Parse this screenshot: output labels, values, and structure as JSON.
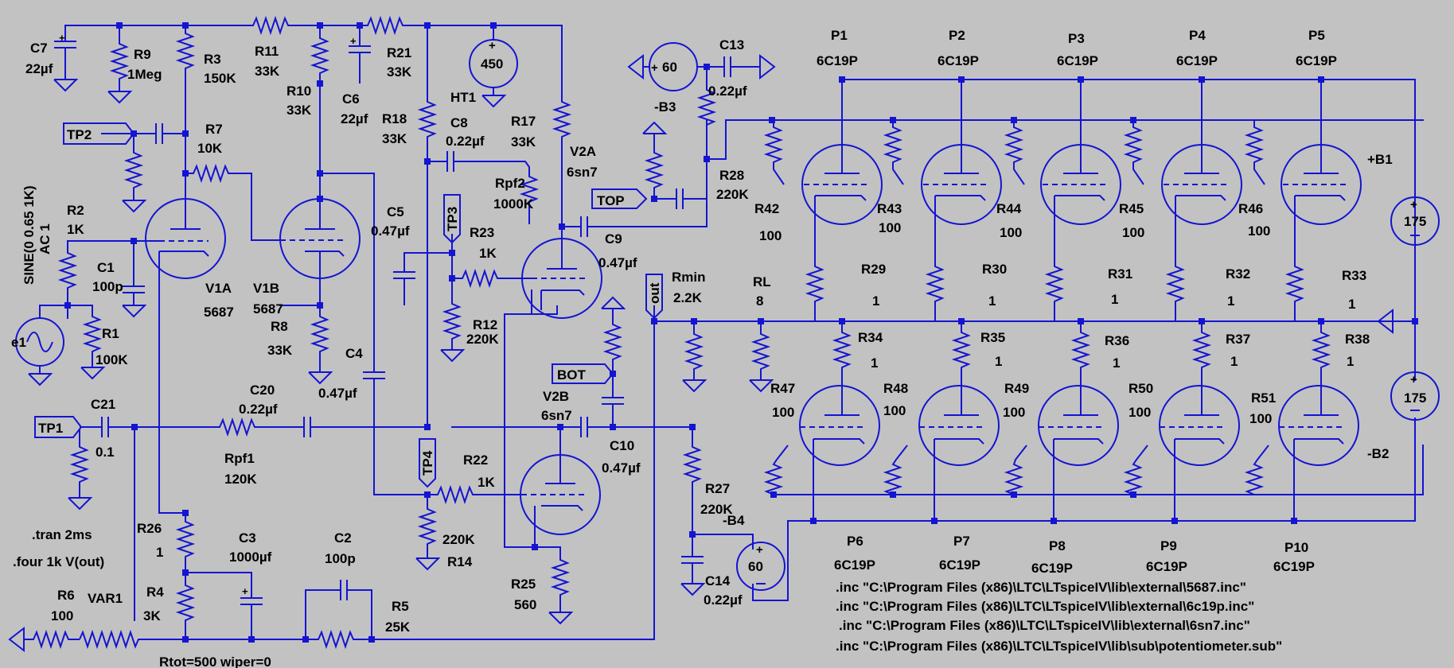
{
  "title": "",
  "components": {
    "C7": {
      "name": "C7",
      "value": "22µf"
    },
    "R9": {
      "name": "R9",
      "value": "1Meg"
    },
    "R3": {
      "name": "R3",
      "value": "150K"
    },
    "R11": {
      "name": "R11",
      "value": "33K"
    },
    "R21": {
      "name": "R21",
      "value": "33K"
    },
    "R10": {
      "name": "R10",
      "value": "33K"
    },
    "C6": {
      "name": "C6",
      "value": "22µf"
    },
    "HT1": {
      "name": "HT1",
      "value": "450"
    },
    "R7": {
      "name": "R7",
      "value": "10K"
    },
    "R18": {
      "name": "R18",
      "value": "33K"
    },
    "C8": {
      "name": "C8",
      "value": "0.22µf"
    },
    "R17": {
      "name": "R17",
      "value": "33K"
    },
    "V2A": {
      "name": "V2A",
      "value": "6sn7"
    },
    "Rpf2": {
      "name": "Rpf2",
      "value": "1000K"
    },
    "B3": {
      "name": "-B3",
      "value": "60"
    },
    "C13": {
      "name": "C13",
      "value": "0.22µf"
    },
    "R28": {
      "name": "R28",
      "value": "220K"
    },
    "R42": {
      "name": "R42",
      "value": "100"
    },
    "R43": {
      "name": "R43",
      "value": "100"
    },
    "R44": {
      "name": "R44",
      "value": "100"
    },
    "R45": {
      "name": "R45",
      "value": "100"
    },
    "R46": {
      "name": "R46",
      "value": "100"
    },
    "B1": {
      "name": "+B1",
      "value": "175"
    },
    "B2": {
      "name": "-B2",
      "value": "175"
    },
    "R2": {
      "name": "R2",
      "value": "1K"
    },
    "C1": {
      "name": "C1",
      "value": "100p"
    },
    "V1A": {
      "name": "V1A",
      "value": "5687"
    },
    "V1B": {
      "name": "V1B",
      "value": "5687"
    },
    "C5": {
      "name": "C5",
      "value": "0.47µf"
    },
    "R23": {
      "name": "R23",
      "value": "1K"
    },
    "C9": {
      "name": "C9",
      "value": "0.47µf"
    },
    "Rmin": {
      "name": "Rmin",
      "value": "2.2K"
    },
    "RL": {
      "name": "RL",
      "value": "8"
    },
    "R29": {
      "name": "R29",
      "value": "1"
    },
    "R30": {
      "name": "R30",
      "value": "1"
    },
    "R31": {
      "name": "R31",
      "value": "1"
    },
    "R32": {
      "name": "R32",
      "value": "1"
    },
    "R33": {
      "name": "R33",
      "value": "1"
    },
    "R8": {
      "name": "R8",
      "value": "33K"
    },
    "R12": {
      "name": "R12",
      "value": "220K"
    },
    "R1": {
      "name": "R1",
      "value": "100K"
    },
    "R34": {
      "name": "R34",
      "value": "1"
    },
    "R35": {
      "name": "R35",
      "value": "1"
    },
    "R36": {
      "name": "R36",
      "value": "1"
    },
    "R37": {
      "name": "R37",
      "value": "1"
    },
    "R38": {
      "name": "R38",
      "value": "1"
    },
    "C4": {
      "name": "C4",
      "value": "0.47µf"
    },
    "C20": {
      "name": "C20",
      "value": "0.22µf"
    },
    "C21": {
      "name": "C21",
      "value": "0.1"
    },
    "V2B": {
      "name": "V2B",
      "value": "6sn7"
    },
    "C10": {
      "name": "C10",
      "value": "0.47µf"
    },
    "R47": {
      "name": "R47",
      "value": "100"
    },
    "R48": {
      "name": "R48",
      "value": "100"
    },
    "R49": {
      "name": "R49",
      "value": "100"
    },
    "R50": {
      "name": "R50",
      "value": "100"
    },
    "R51": {
      "name": "R51",
      "value": "100"
    },
    "Rpf1": {
      "name": "Rpf1",
      "value": "120K"
    },
    "R22": {
      "name": "R22",
      "value": "1K"
    },
    "R14": {
      "name": "R14",
      "value": "220K"
    },
    "R27": {
      "name": "R27",
      "value": "220K"
    },
    "B4": {
      "name": "-B4",
      "value": "60"
    },
    "R26": {
      "name": "R26",
      "value": "1"
    },
    "C3": {
      "name": "C3",
      "value": "1000µf"
    },
    "C2": {
      "name": "C2",
      "value": "100p"
    },
    "R25": {
      "name": "R25",
      "value": "560"
    },
    "C14": {
      "name": "C14",
      "value": "0.22µf"
    },
    "R6": {
      "name": "R6",
      "value": "100"
    },
    "VAR1": {
      "name": "VAR1",
      "value": "Rtot=500 wiper=0"
    },
    "R4": {
      "name": "R4",
      "value": "3K"
    },
    "R5": {
      "name": "R5",
      "value": "25K"
    }
  },
  "tubes": {
    "P1": {
      "name": "P1",
      "type": "6C19P"
    },
    "P2": {
      "name": "P2",
      "type": "6C19P"
    },
    "P3": {
      "name": "P3",
      "type": "6C19P"
    },
    "P4": {
      "name": "P4",
      "type": "6C19P"
    },
    "P5": {
      "name": "P5",
      "type": "6C19P"
    },
    "P6": {
      "name": "P6",
      "type": "6C19P"
    },
    "P7": {
      "name": "P7",
      "type": "6C19P"
    },
    "P8": {
      "name": "P8",
      "type": "6C19P"
    },
    "P9": {
      "name": "P9",
      "type": "6C19P"
    },
    "P10": {
      "name": "P10",
      "type": "6C19P"
    }
  },
  "source": {
    "name": "e1",
    "line1": "SINE(0 0.65 1K)",
    "line2": "AC 1"
  },
  "flags": {
    "TP1": "TP1",
    "TP2": "TP2",
    "TP3": "TP3",
    "TP4": "TP4",
    "TOP": "TOP",
    "BOT": "BOT",
    "out": "out"
  },
  "directives": [
    ".tran 2ms",
    ".four 1k V(out)",
    ".inc \"C:\\Program Files (x86)\\LTC\\LTspiceIV\\lib\\external\\5687.inc\"",
    ".inc \"C:\\Program Files (x86)\\LTC\\LTspiceIV\\lib\\external\\6c19p.inc\"",
    ".inc \"C:\\Program Files (x86)\\LTC\\LTspiceIV\\lib\\external\\6sn7.inc\"",
    ".inc \"C:\\Program Files (x86)\\LTC\\LTspiceIV\\lib\\sub\\potentiometer.sub\""
  ],
  "colors": {
    "background": "#c2c2c2",
    "wire": "#1414d2",
    "text": "#000000"
  }
}
